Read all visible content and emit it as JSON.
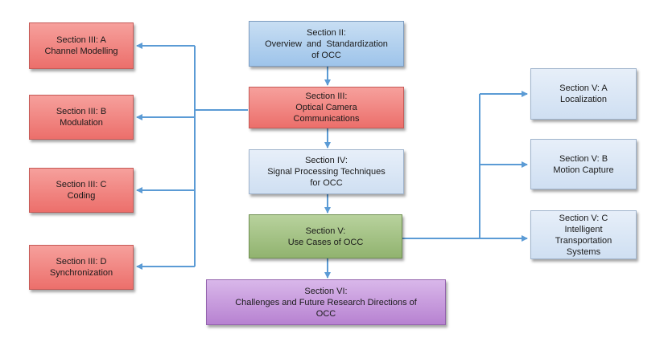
{
  "boxes": {
    "sec2": {
      "lines": [
        "Section II:",
        "Overview  and  Standardization",
        "of OCC"
      ]
    },
    "sec3": {
      "lines": [
        "Section III:",
        "Optical Camera",
        "Communications"
      ]
    },
    "sec4": {
      "lines": [
        "Section IV:",
        "Signal Processing Techniques",
        "for OCC"
      ]
    },
    "sec5": {
      "lines": [
        "Section V:",
        "Use Cases of OCC"
      ]
    },
    "sec6": {
      "lines": [
        "Section VI:",
        "Challenges and Future Research Directions of",
        "OCC"
      ]
    },
    "sec3a": {
      "lines": [
        "Section III: A",
        "Channel Modelling"
      ]
    },
    "sec3b": {
      "lines": [
        "Section III: B",
        "Modulation"
      ]
    },
    "sec3c": {
      "lines": [
        "Section III: C",
        "Coding"
      ]
    },
    "sec3d": {
      "lines": [
        "Section III: D",
        "Synchronization"
      ]
    },
    "sec5a": {
      "lines": [
        "Section V: A",
        "Localization"
      ]
    },
    "sec5b": {
      "lines": [
        "Section V: B",
        "Motion Capture"
      ]
    },
    "sec5c": {
      "lines": [
        "Section V: C",
        "Intelligent",
        "Transportation",
        "Systems"
      ]
    }
  },
  "colors": {
    "connector": "#5b9bd5",
    "red": "#ec6f6b",
    "blue": "#9ec4ea",
    "light_blue": "#d6e4f5",
    "green": "#91b36f",
    "purple": "#b782d1"
  }
}
